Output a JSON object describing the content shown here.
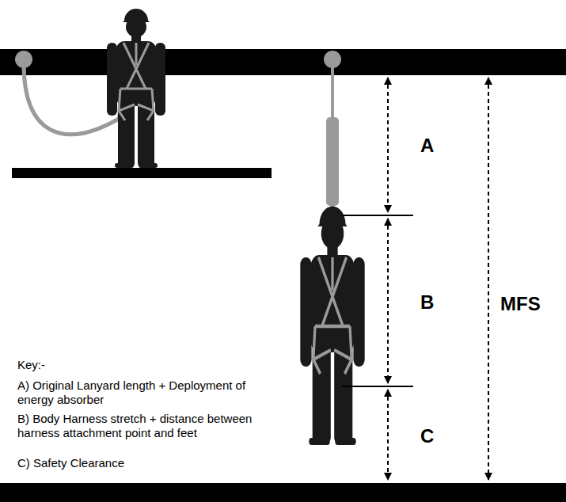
{
  "diagram": {
    "labels": [
      "A",
      "B",
      "MFS",
      "C",
      "Key:-",
      "A) Original Lanyard length + Deployment of energy absorber",
      "B) Body Harness stretch + distance between harness attachment point and feet",
      "C) Safety Clearance"
    ]
  }
}
